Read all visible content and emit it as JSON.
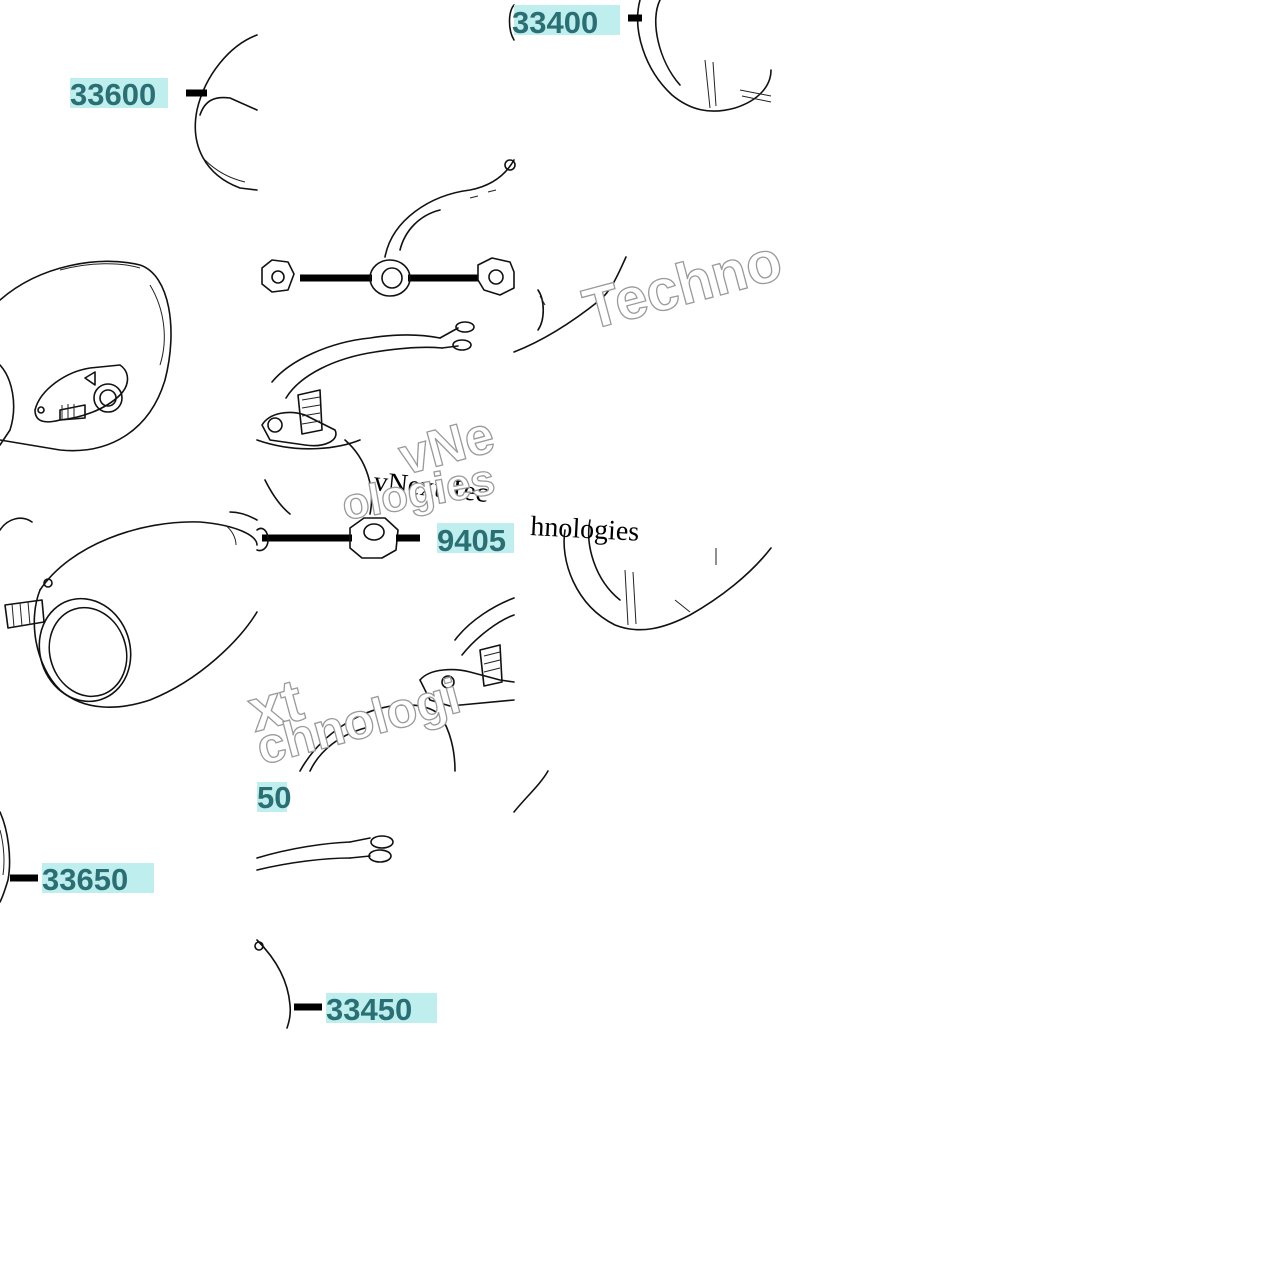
{
  "diagram": {
    "part_labels": [
      "33600",
      "33400",
      "33650",
      "33450",
      "9405",
      "50"
    ],
    "watermark": {
      "parts": [
        "Techno",
        "vNe",
        "vNext Tec",
        "hnologies",
        "xt",
        "ologies",
        "chnologi"
      ]
    },
    "colors": {
      "label_text": "#2a6f73",
      "label_highlight": "#bfeeee",
      "line": "#111111",
      "background": "#ffffff"
    }
  }
}
